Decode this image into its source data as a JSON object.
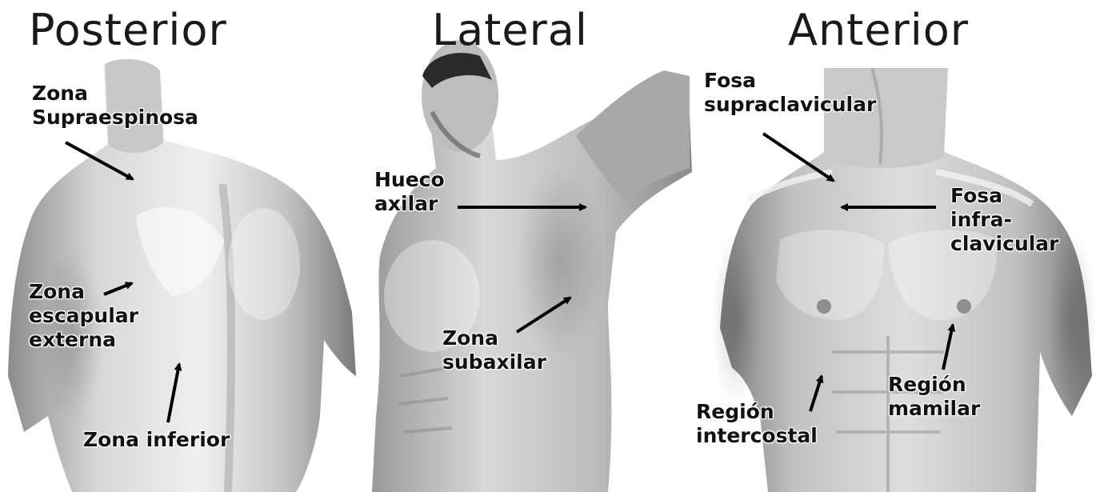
{
  "views": {
    "posterior": "Posterior",
    "lateral": "Lateral",
    "anterior": "Anterior"
  },
  "labels": {
    "supraespinosa": [
      "Zona",
      "Supraespinosa"
    ],
    "escapular": [
      "Zona",
      "escapular",
      "externa"
    ],
    "inferior": [
      "Zona inferior"
    ],
    "hueco": [
      "Hueco",
      "axilar"
    ],
    "subaxilar": [
      "Zona",
      "subaxilar"
    ],
    "fosa_supra": [
      "Fosa",
      "supraclavicular"
    ],
    "fosa_infra": [
      "Fosa",
      "infra-",
      "clavicular"
    ],
    "intercostal": [
      "Región",
      "intercostal"
    ],
    "mamilar": [
      "Región",
      "mamilar"
    ]
  },
  "colors": {
    "skin_light": "#e8e8e8",
    "skin_mid": "#b4b4b4",
    "skin_dark": "#6e6e6e",
    "hair": "#2a2a2a",
    "arrow": "#000000"
  }
}
